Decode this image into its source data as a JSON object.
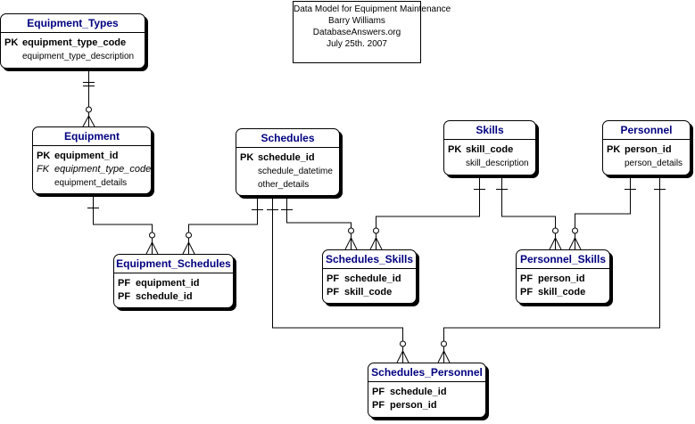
{
  "note": {
    "lines": [
      "Data Model for Equipment Maintenance",
      "Barry Williams",
      "DatabaseAnswers.org",
      "July 25th. 2007"
    ]
  },
  "entities": {
    "equipment_types": {
      "title": "Equipment_Types",
      "pk": "PK",
      "pk_attr": "equipment_type_code",
      "attr1": "equipment_type_description"
    },
    "equipment": {
      "title": "Equipment",
      "pk": "PK",
      "pk_attr": "equipment_id",
      "fk": "FK",
      "fk_attr": "equipment_type_code",
      "attr1": "equipment_details"
    },
    "schedules": {
      "title": "Schedules",
      "pk": "PK",
      "pk_attr": "schedule_id",
      "attr1": "schedule_datetime",
      "attr2": "other_details"
    },
    "skills": {
      "title": "Skills",
      "pk": "PK",
      "pk_attr": "skill_code",
      "attr1": "skill_description"
    },
    "personnel": {
      "title": "Personnel",
      "pk": "PK",
      "pk_attr": "person_id",
      "attr1": "person_details"
    },
    "equipment_schedules": {
      "title": "Equipment_Schedules",
      "pf": "PF",
      "pf1": "equipment_id",
      "pf2": "schedule_id"
    },
    "schedules_skills": {
      "title": "Schedules_Skills",
      "pf": "PF",
      "pf1": "schedule_id",
      "pf2": "skill_code"
    },
    "personnel_skills": {
      "title": "Personnel_Skills",
      "pf": "PF",
      "pf1": "person_id",
      "pf2": "skill_code"
    },
    "schedules_personnel": {
      "title": "Schedules_Personnel",
      "pf": "PF",
      "pf1": "schedule_id",
      "pf2": "person_id"
    }
  }
}
